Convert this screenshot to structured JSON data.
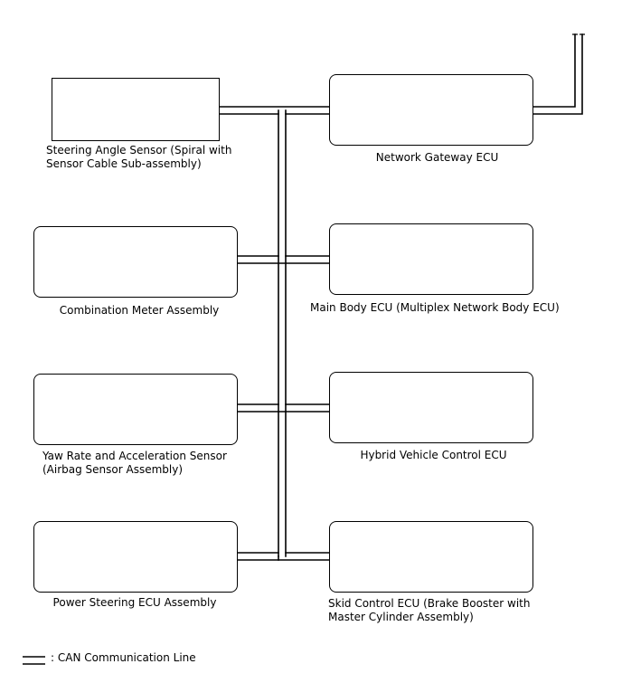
{
  "components": {
    "steering_angle_sensor": {
      "line1": "Steering Angle Sensor (Spiral with",
      "line2": "Sensor Cable Sub-assembly)"
    },
    "network_gateway_ecu": {
      "line1": "Network Gateway ECU"
    },
    "combination_meter": {
      "line1": "Combination Meter Assembly"
    },
    "main_body_ecu": {
      "line1": "Main Body ECU (Multiplex Network Body ECU)"
    },
    "yaw_rate_sensor": {
      "line1": "Yaw Rate and Acceleration Sensor",
      "line2": "(Airbag Sensor Assembly)"
    },
    "hybrid_vehicle_ecu": {
      "line1": "Hybrid Vehicle Control ECU"
    },
    "power_steering_ecu": {
      "line1": "Power Steering ECU Assembly"
    },
    "skid_control_ecu": {
      "line1": "Skid Control ECU (Brake Booster with",
      "line2": "Master Cylinder Assembly)"
    }
  },
  "legend": {
    "text": ": CAN Communication Line"
  }
}
